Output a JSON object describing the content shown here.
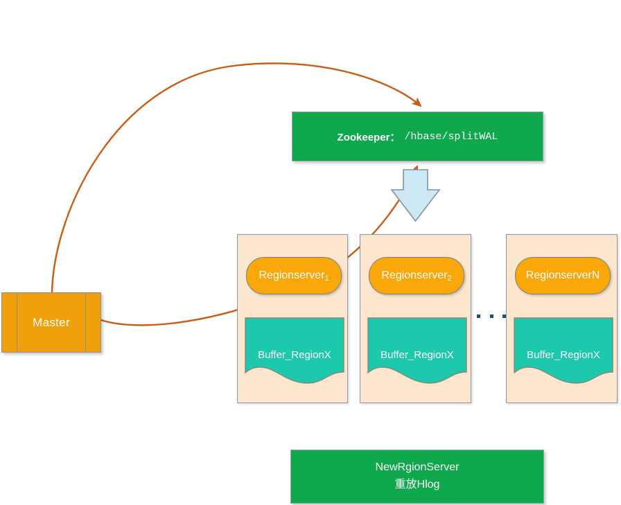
{
  "diagram": {
    "title": "HBase SplitWAL flow",
    "colors": {
      "green": "#0FA84C",
      "orange": "#FAA70A",
      "master_orange": "#EFA00B",
      "teal": "#1CC9AC",
      "card_bg": "#FCE7CE",
      "arrow_orange": "#CC5A11",
      "blue_arrow_fill": "#CCE8F4",
      "blue_arrow_stroke": "#7F95A3",
      "dot_navy": "#1F4E79"
    }
  },
  "master": {
    "label": "Master"
  },
  "zookeeper": {
    "label": "Zookeeper：",
    "path": "/hbase/splitWAL"
  },
  "down_arrow": {
    "name": "down-block-arrow"
  },
  "region_servers": [
    {
      "name": "Regionserver",
      "subscript": "1",
      "buffer_label": "Buffer_RegionX"
    },
    {
      "name": "Regionserver",
      "subscript": "2",
      "buffer_label": "Buffer_RegionX"
    },
    {
      "name": "RegionserverN",
      "subscript": "",
      "buffer_label": "Buffer_RegionX"
    }
  ],
  "ellipsis": {
    "text": "..."
  },
  "new_region_server": {
    "line1": "NewRgionServer",
    "line2": "重放Hlog"
  },
  "arrows": [
    {
      "name": "master-to-zookeeper-top",
      "from": "Master",
      "to": "Zookeeper"
    },
    {
      "name": "master-to-zookeeper-bottom",
      "from": "Master",
      "to": "Zookeeper"
    }
  ]
}
